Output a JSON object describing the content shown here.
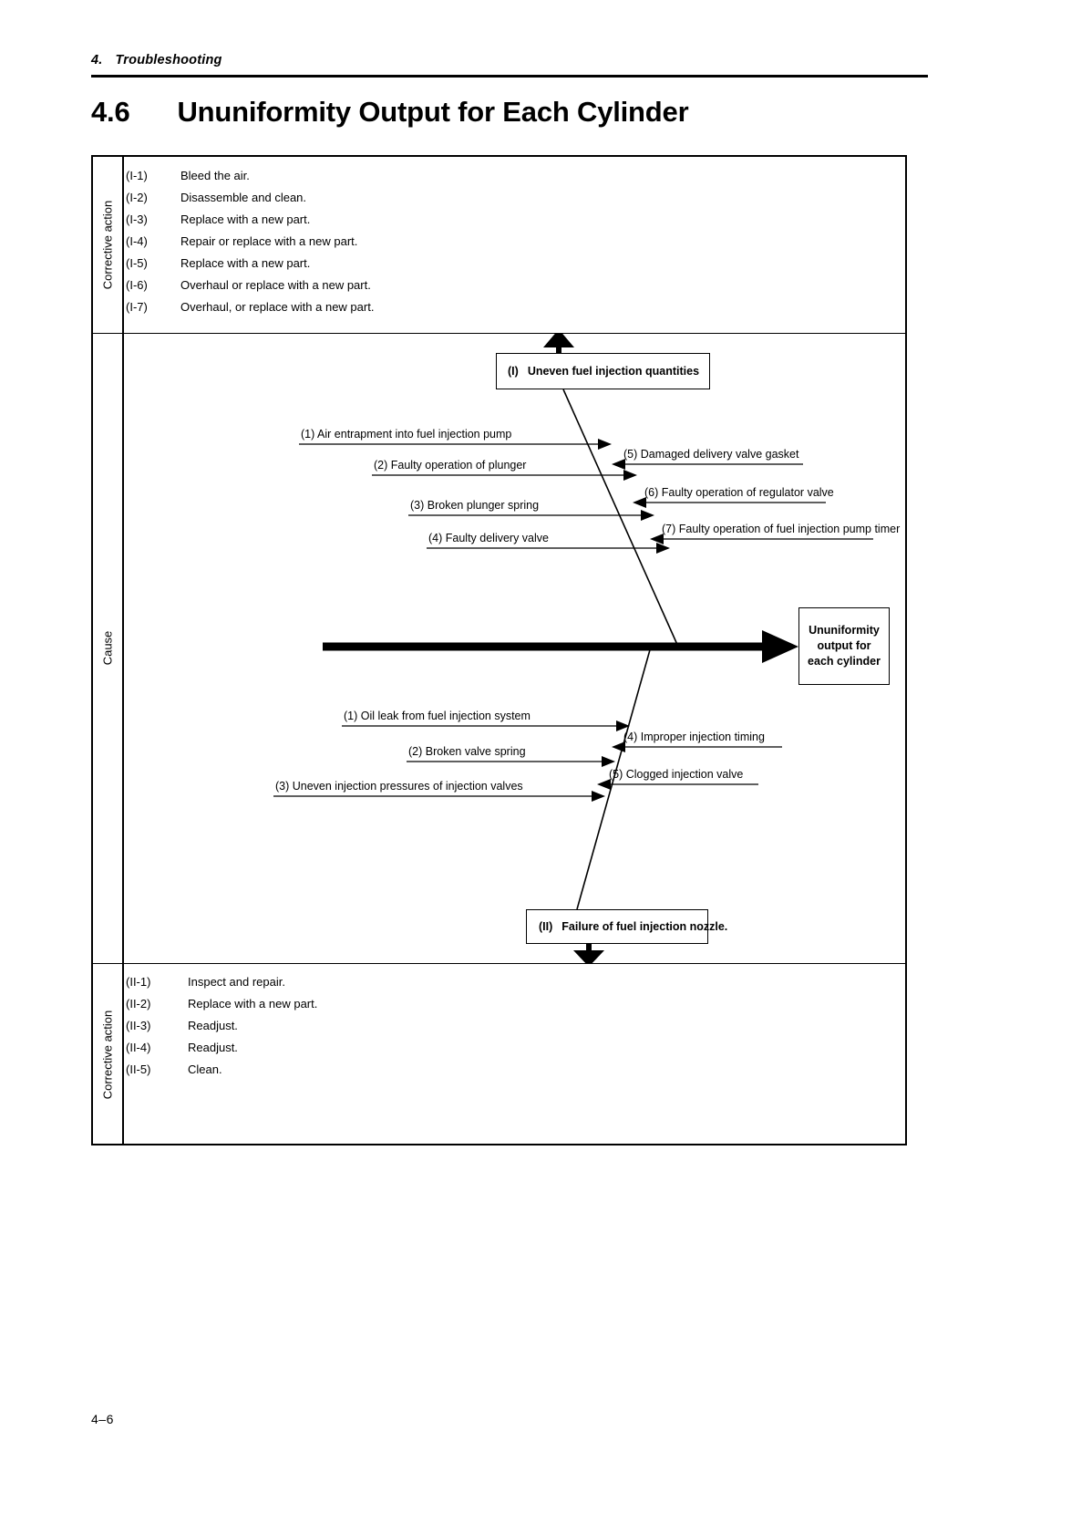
{
  "header": {
    "chapter_number": "4.",
    "chapter_title": "Troubleshooting"
  },
  "section": {
    "number": "4.6",
    "title": "Ununiformity Output for Each Cylinder"
  },
  "footer": {
    "page_number": "4–6"
  },
  "bands": {
    "top_label": "Corrective action",
    "cause_label": "Cause",
    "bottom_label": "Corrective action"
  },
  "corrective_actions_top": [
    {
      "code": "(I-1)",
      "text": "Bleed the air."
    },
    {
      "code": "(I-2)",
      "text": "Disassemble and clean."
    },
    {
      "code": "(I-3)",
      "text": "Replace with a new part."
    },
    {
      "code": "(I-4)",
      "text": "Repair or replace with a new part."
    },
    {
      "code": "(I-5)",
      "text": "Replace with a new part."
    },
    {
      "code": "(I-6)",
      "text": "Overhaul or replace with a new part."
    },
    {
      "code": "(I-7)",
      "text": "Overhaul, or replace with a new part."
    }
  ],
  "corrective_actions_bottom": [
    {
      "code": "(II-1)",
      "text": "Inspect and repair."
    },
    {
      "code": "(II-2)",
      "text": "Replace with a new part."
    },
    {
      "code": "(II-3)",
      "text": "Readjust."
    },
    {
      "code": "(II-4)",
      "text": "Readjust."
    },
    {
      "code": "(II-5)",
      "text": "Clean."
    }
  ],
  "diagram": {
    "type": "fishbone",
    "effect": {
      "line1": "Ununiformity",
      "line2": "output for",
      "line3": "each cylinder"
    },
    "category_i": {
      "code": "(I)",
      "title": "Uneven fuel injection quantities"
    },
    "category_ii": {
      "code": "(II)",
      "title": "Failure of fuel injection nozzle."
    },
    "causes_i_left": [
      {
        "label": "(1)  Air entrapment into fuel injection pump"
      },
      {
        "label": "(2)  Faulty operation of plunger"
      },
      {
        "label": "(3)  Broken plunger spring"
      },
      {
        "label": "(4)  Faulty delivery valve"
      }
    ],
    "causes_i_right": [
      {
        "label": "(5) Damaged delivery valve gasket"
      },
      {
        "label": "(6) Faulty operation of regulator valve"
      },
      {
        "label": "(7) Faulty operation of fuel injection pump timer"
      }
    ],
    "causes_ii_left": [
      {
        "label": "(1)  Oil leak from fuel injection system"
      },
      {
        "label": "(2)  Broken valve spring"
      },
      {
        "label": "(3)  Uneven injection pressures of injection valves"
      }
    ],
    "causes_ii_right": [
      {
        "label": "(4)  Improper injection timing"
      },
      {
        "label": "(5)  Clogged injection valve"
      }
    ]
  },
  "colors": {
    "ink": "#000000",
    "paper": "#ffffff"
  }
}
